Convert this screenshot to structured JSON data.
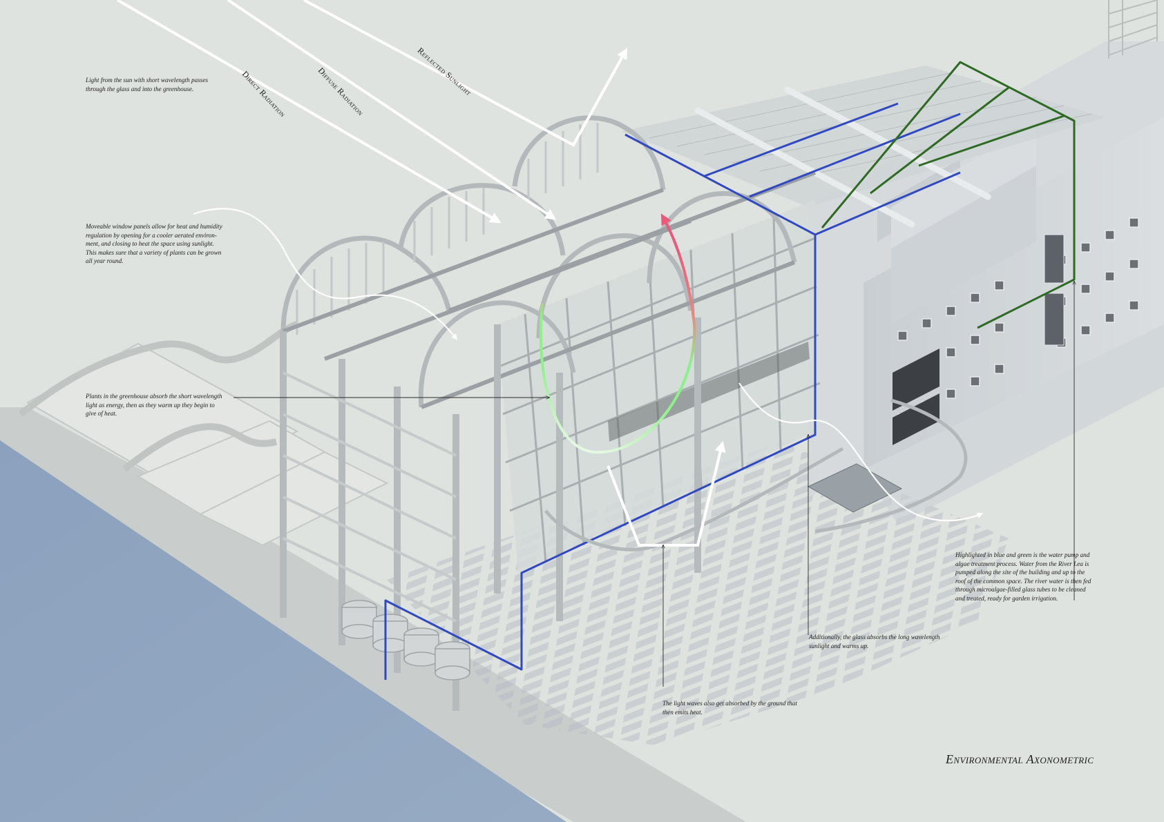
{
  "diagram": {
    "title": "Environmental Axonometric",
    "colors": {
      "background": "#dfe3df",
      "ground": "#e4e7e3",
      "river": "#8fa4bf",
      "structure": "#b9bec0",
      "structure_dark": "#8e9498",
      "building": "#d4d8da",
      "building_shadow": "#b7bec6",
      "water_pipe_blue": "#2f49c2",
      "algae_pipe_green": "#2e6b22",
      "heat_arrow_start": "#f7fbf5",
      "heat_arrow_mid": "#8ef08a",
      "heat_arrow_end": "#ea5a7c",
      "light_ray": "#ffffff",
      "leader_line": "#2a2a2a"
    },
    "rays": [
      {
        "id": "direct",
        "label": "Direct Radiation"
      },
      {
        "id": "diffuse",
        "label": "Diffuse Radiation"
      },
      {
        "id": "reflected",
        "label": "Reflected Sunlight"
      }
    ],
    "annotations": {
      "sun_light": "Light from the sun with short wavelength passes\nthrough the glass and into the greenhouse.",
      "window_panels": "Moveable window panels allow for heat and humidity\nregulation by opening for a cooler aerated environ-\nment, and closing to heat the space using sunlight.\nThis makes sure that a variety of plants can be grown\nall year round.",
      "plants_absorb": "Plants in the greenhouse absorb the short wavelength\nlight as energy, then as they warm up they begin to\ngive of heat.",
      "water_pump": "Highlighted in blue and green is the water pump and\nalgae treatment process. Water from the River Lea is\npumped along the site of the building and up to the\nroof of the common space. The river water is then fed\nthrough microalgae-filled glass tubes to be cleaned\nand treated, ready for garden irrigation.",
      "glass_absorbs": "Additionally, the glass absorbs the long wavelength\nsunlight and warms up.",
      "ground_absorbs": "The light waves also get absorbed by the ground that\nthen emits heat."
    }
  }
}
